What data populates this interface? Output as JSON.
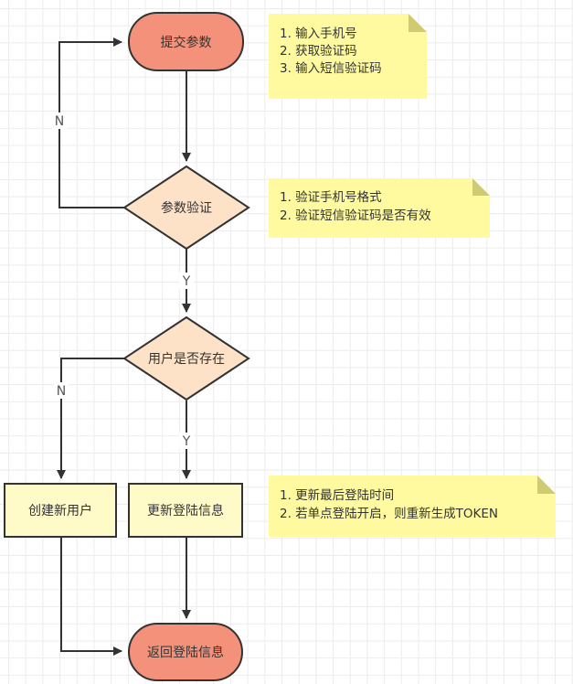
{
  "diagram": {
    "type": "flowchart",
    "colors": {
      "terminal_fill": "#f4917a",
      "decision_fill": "#fde2c8",
      "process_fill": "#fffbc9",
      "note_fill": "#fffaa0",
      "note_fold": "#cfcb74",
      "stroke": "#333333"
    },
    "nodes": {
      "start": {
        "shape": "terminal",
        "label": "提交参数"
      },
      "validate": {
        "shape": "decision",
        "label": "参数验证"
      },
      "user_exists": {
        "shape": "decision",
        "label": "用户是否存在"
      },
      "create_user": {
        "shape": "process",
        "label": "创建新用户"
      },
      "update_login": {
        "shape": "process",
        "label": "更新登陆信息"
      },
      "end": {
        "shape": "terminal",
        "label": "返回登陆信息"
      }
    },
    "edges": [
      {
        "from": "start",
        "to": "validate",
        "label": ""
      },
      {
        "from": "validate",
        "to": "start",
        "label": "N"
      },
      {
        "from": "validate",
        "to": "user_exists",
        "label": "Y"
      },
      {
        "from": "user_exists",
        "to": "create_user",
        "label": "N"
      },
      {
        "from": "user_exists",
        "to": "update_login",
        "label": "Y"
      },
      {
        "from": "create_user",
        "to": "end",
        "label": ""
      },
      {
        "from": "update_login",
        "to": "end",
        "label": ""
      }
    ],
    "notes": [
      {
        "attached_to": "start",
        "lines": [
          "1. 输入手机号",
          "2. 获取验证码",
          "3. 输入短信验证码"
        ]
      },
      {
        "attached_to": "validate",
        "lines": [
          "1. 验证手机号格式",
          "2. 验证短信验证码是否有效"
        ]
      },
      {
        "attached_to": "update_login",
        "lines": [
          "1. 更新最后登陆时间",
          "2. 若单点登陆开启，则重新生成TOKEN"
        ]
      }
    ]
  }
}
